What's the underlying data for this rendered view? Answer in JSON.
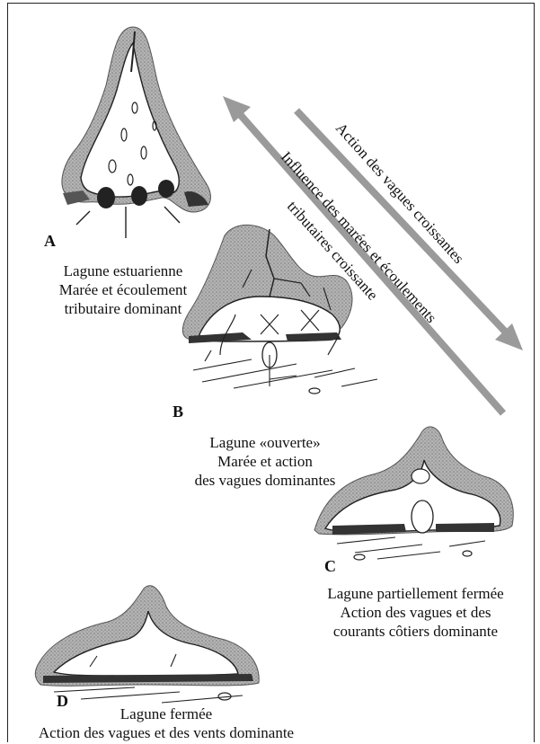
{
  "panels": {
    "a": {
      "letter": "A",
      "lines": [
        "Lagune estuarienne",
        "Marée et écoulement",
        "tributaire dominant"
      ]
    },
    "b": {
      "letter": "B",
      "lines": [
        "Lagune «ouverte»",
        "Marée et action",
        "des vagues dominantes"
      ]
    },
    "c": {
      "letter": "C",
      "lines": [
        "Lagune partiellement fermée",
        "Action des vagues et des",
        "courants côtiers dominante"
      ]
    },
    "d": {
      "letter": "D",
      "lines": [
        "Lagune fermée",
        "Action des vagues et des vents dominante"
      ]
    }
  },
  "arrows": {
    "wave_label": "Action des vagues croissantes",
    "tide_label_1": "Influence des marées et écoulements",
    "tide_label_2": "tributaires croissante"
  },
  "colors": {
    "land_shading": "#a9a9a9",
    "arrow": "#9a9a9a",
    "ink": "#111111"
  }
}
